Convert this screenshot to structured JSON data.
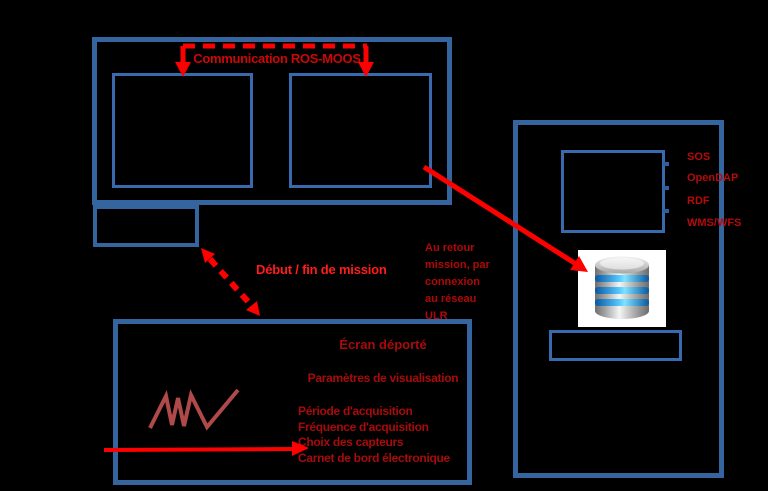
{
  "colors": {
    "box_border_blue": "#35659f",
    "arrow_red": "#fe0000",
    "label_dark_red": "#a80b0b",
    "label_bright_red": "#ff1c1c",
    "signal_line_red": "#b04a4a",
    "icon_tile_bg": "#ffffff"
  },
  "icons": {
    "database": "database-icon"
  },
  "onboard_system": {
    "communication_label": "Communication ROS-MOOS"
  },
  "links": {
    "mission_label": "Début / fin de mission",
    "return_note": "Au retour\nmission, par\nconnexion\nau réseau\nULR"
  },
  "remote_screen": {
    "title": "Écran déporté",
    "subtitle": "Paramètres de visualisation",
    "items": [
      "Période d'acquisition",
      "Fréquence d'acquisition",
      "Choix des capteurs",
      "Carnet de bord électronique"
    ]
  },
  "data_server": {
    "services": [
      "SOS",
      "OpenDAP",
      "RDF",
      "WMS/WFS"
    ]
  }
}
